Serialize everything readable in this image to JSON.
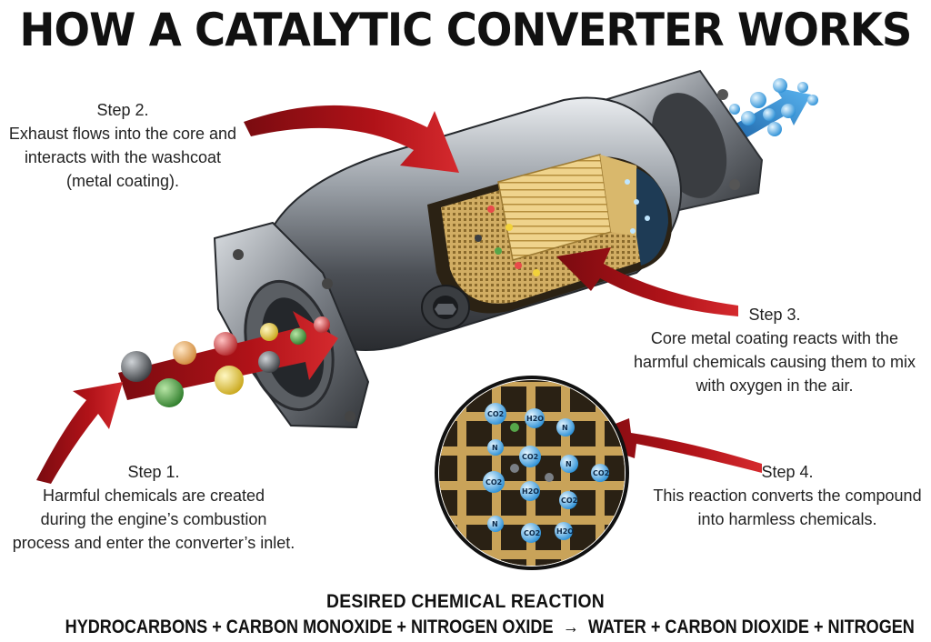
{
  "title": "HOW A CATALYTIC CONVERTER WORKS",
  "steps": [
    {
      "heading": "Step 1.",
      "lines": [
        "Harmful chemicals are created",
        "during the engine’s combustion",
        "process and enter the converter’s inlet."
      ]
    },
    {
      "heading": "Step 2.",
      "lines": [
        "Exhaust flows into the core and",
        "interacts with the washcoat",
        "(metal coating)."
      ]
    },
    {
      "heading": "Step 3.",
      "lines": [
        "Core metal coating reacts with the",
        "harmful chemicals causing them to mix",
        "with oxygen in the air."
      ]
    },
    {
      "heading": "Step 4.",
      "lines": [
        "This reaction converts the compound",
        "into harmless chemicals."
      ]
    }
  ],
  "reaction": {
    "title": "DESIRED CHEMICAL REACTION",
    "reactants": "HYDROCARBONS + CARBON MONOXIDE + NITROGEN OXIDE",
    "arrow": "→",
    "products": "WATER + CARBON DIOXIDE + NITROGEN"
  },
  "molecules": {
    "co2": "CO2",
    "h2o": "H2O",
    "n": "N"
  },
  "colors": {
    "arrow_red": "#b01218",
    "outflow_blue": "#1f77c8",
    "metal": "#8a8f96",
    "washcoat": "#c8a35a",
    "text": "#1a1a1a"
  }
}
